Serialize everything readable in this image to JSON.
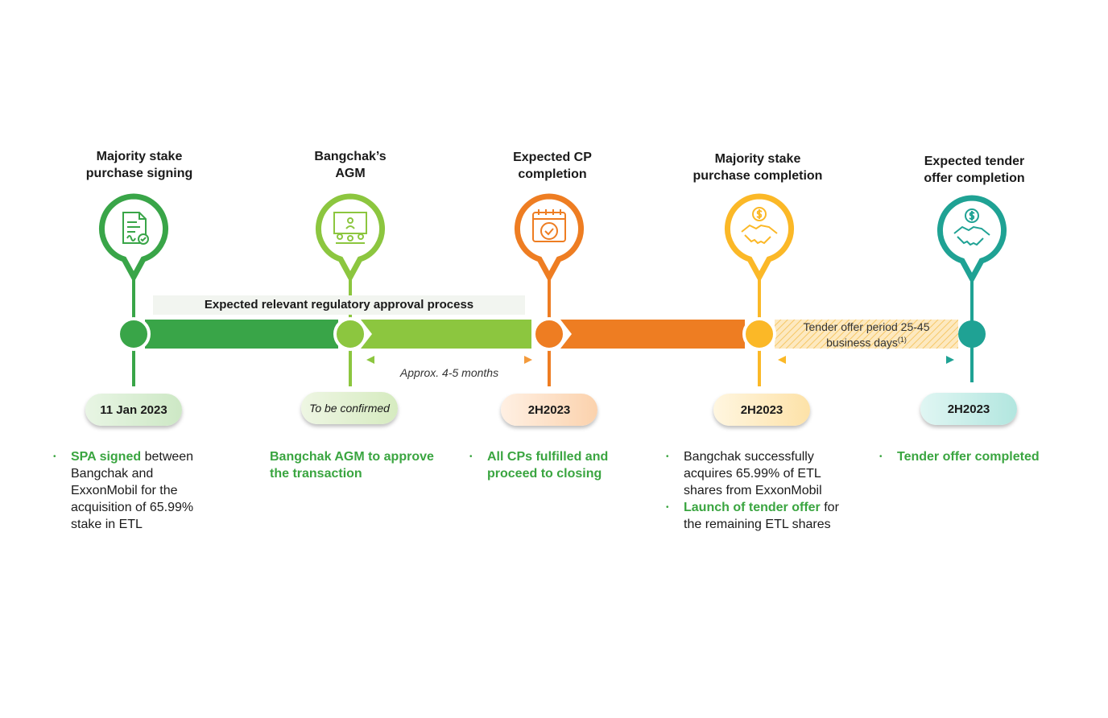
{
  "colors": {
    "dark_green": "#39a548",
    "light_green": "#8cc63f",
    "orange": "#ee7d22",
    "yellow": "#fbb827",
    "teal": "#1fa294",
    "highlight_text": "#3aa540"
  },
  "milestones": [
    {
      "title": "Majority stake\npurchase signing",
      "icon": "signed-document-icon",
      "date": "11 Jan 2023"
    },
    {
      "title": "Bangchak’s\nAGM",
      "icon": "meeting-board-icon",
      "date": "To be confirmed"
    },
    {
      "title": "Expected CP\ncompletion",
      "icon": "calendar-check-icon",
      "date": "2H2023"
    },
    {
      "title": "Majority stake\npurchase completion",
      "icon": "handshake-dollar-icon",
      "date": "2H2023"
    },
    {
      "title": "Expected tender\noffer completion",
      "icon": "handshake-dollar-icon",
      "date": "2H2023"
    }
  ],
  "timeline": {
    "approval_label": "Expected relevant regulatory approval process",
    "approx_label": "Approx. 4-5 months",
    "tender_label": "Tender offer period 25-45",
    "tender_label_2": "business days",
    "tender_footnote": "(1)"
  },
  "descriptions": {
    "d1_hl": "SPA signed",
    "d1_text": " between Bangchak and ExxonMobil for the acquisition of 65.99% stake in ETL",
    "d2_hl": "Bangchak AGM to approve the transaction",
    "d3_hl": "All CPs fulfilled and proceed to closing",
    "d4_text1": "Bangchak successfully acquires 65.99% of ETL shares from ExxonMobil",
    "d4_hl": "Launch of tender offer",
    "d4_text2": " for the remaining ETL shares",
    "d5_hl": "Tender offer completed",
    "bullet": "•"
  }
}
